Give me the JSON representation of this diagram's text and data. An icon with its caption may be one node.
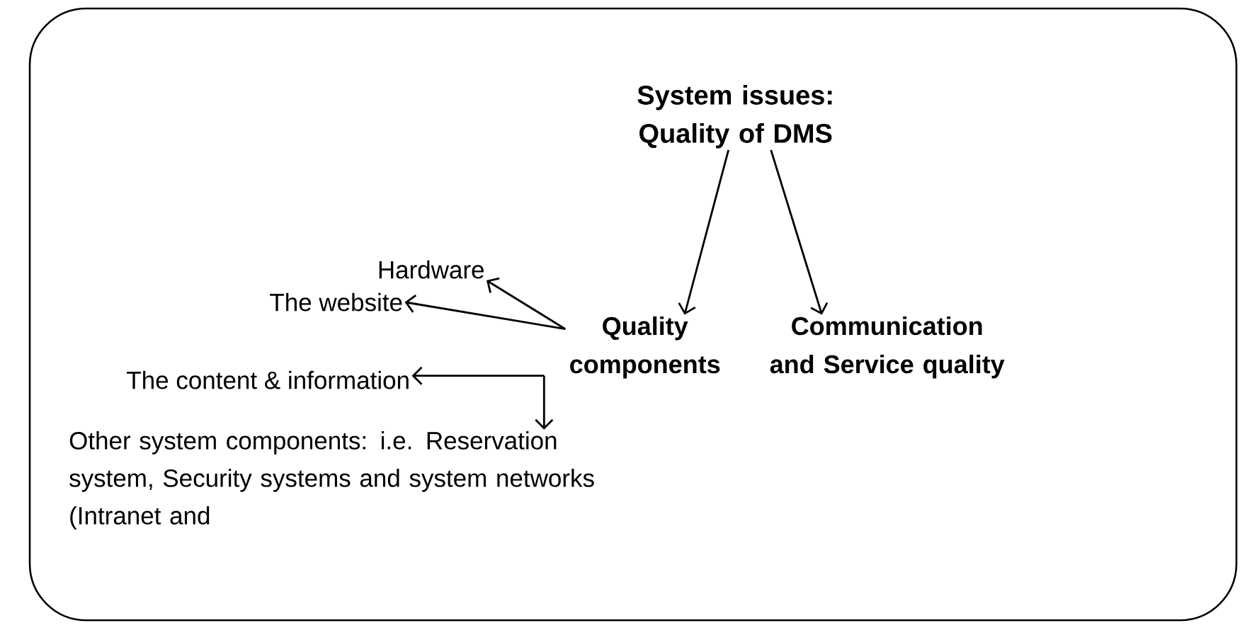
{
  "diagram": {
    "nodes": [
      {
        "text": [],
        "shape": "box"
      },
      {
        "text": [
          "System issues: Quality of DMS"
        ],
        "in": 0
      },
      {
        "text": [
          "Quality components"
        ],
        "in": 0
      },
      {
        "text": [
          "Communication and Service quality"
        ],
        "in": 0
      },
      {
        "text": [
          "Hardware"
        ],
        "in": 0
      },
      {
        "text": [
          "The website"
        ],
        "in": 0
      },
      {
        "text": [
          "The content & information"
        ],
        "in": 0
      },
      {
        "text": [
          "Other system components: i.e. Reservation system, Security systems and system networks (Intranet and"
        ],
        "in": 0
      }
    ],
    "edges": [
      {
        "from": 1,
        "to": 2,
        "arrow": "to"
      },
      {
        "from": 1,
        "to": 3,
        "arrow": "to"
      },
      {
        "from": 2,
        "to": 4,
        "arrow": "to"
      },
      {
        "from": 2,
        "to": 5,
        "arrow": "to"
      },
      {
        "from": 2,
        "to": 6,
        "arrow": "to"
      },
      {
        "from": 2,
        "to": 7,
        "arrow": "to"
      }
    ]
  }
}
